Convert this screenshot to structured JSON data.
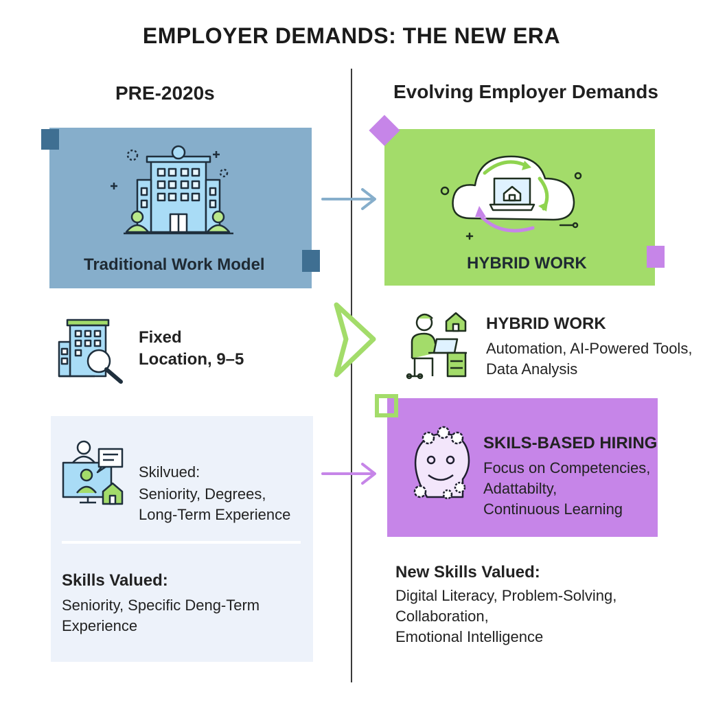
{
  "title": "EMPLOYER DEMANDS: THE NEW ERA",
  "left": {
    "heading": "PRE-2020s",
    "box_label": "Traditional Work Model",
    "fixed": [
      "Fixed",
      "Location, 9–5"
    ],
    "skills_box": {
      "title": "Skilvued:",
      "lines": [
        "Seniority, Degrees,",
        "Long-Term Experience"
      ]
    },
    "skills_valued": {
      "title": "Skills Valued:",
      "lines": [
        "Seniority, Specific Deng-Term",
        "Experience"
      ]
    }
  },
  "right": {
    "heading": "Evolving Employer Demands",
    "box_label": "HYBRID WORK",
    "hybrid": {
      "title": "HYBRID WORK",
      "lines": [
        "Automation, AI-Powered Tools,",
        "Data Analysis"
      ]
    },
    "skills_hiring": {
      "title": "SKILS-BASED HIRING",
      "lines": [
        "Focus on Competencies,",
        "Adattabilty,",
        "Continuous Learning"
      ]
    },
    "new_skills": {
      "title": "New Skills Valued:",
      "lines": [
        "Digital Literacy, Problem-Solving,",
        "Collaboration,",
        "Emotional Intelligence"
      ]
    }
  },
  "colors": {
    "blue": "#86aecb",
    "green": "#a3dc6a",
    "purple": "#c685e8",
    "light": "#edf2fa"
  },
  "icons": [
    "office-building-icon",
    "cloud-sync-laptop-icon",
    "building-search-icon",
    "person-at-desk-icon",
    "video-call-icon",
    "gear-head-icon"
  ]
}
